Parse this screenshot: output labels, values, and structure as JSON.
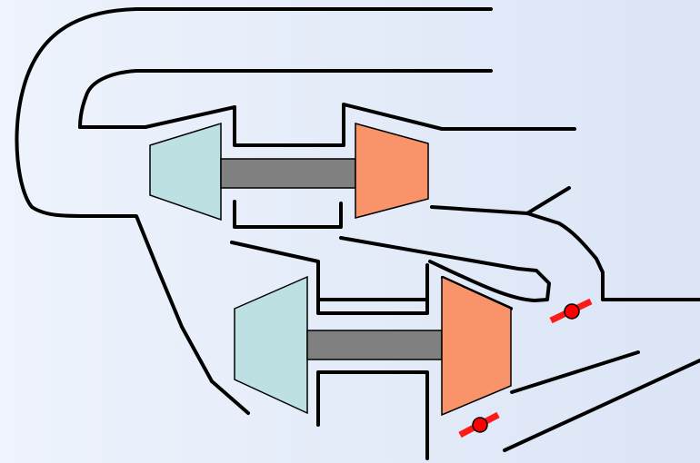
{
  "diagram": {
    "description_visible_text": "",
    "colors": {
      "background_left": "#eef3fc",
      "background_right": "#dbe5f6",
      "compressor_fill": "#bde0e2",
      "turbine_fill": "#f9936a",
      "shaft_fill": "#808080",
      "valve_color": "#ff0000",
      "line_color": "#000000"
    },
    "components": [
      {
        "name": "upper-compressor",
        "kind": "compressor",
        "stage": "high-pressure"
      },
      {
        "name": "upper-turbine",
        "kind": "turbine",
        "stage": "high-pressure"
      },
      {
        "name": "lower-compressor",
        "kind": "compressor",
        "stage": "low-pressure"
      },
      {
        "name": "lower-turbine",
        "kind": "turbine",
        "stage": "low-pressure"
      }
    ],
    "valves": [
      {
        "name": "upper-bypass-valve",
        "icon": "butterfly-valve-icon"
      },
      {
        "name": "lower-bypass-valve",
        "icon": "butterfly-valve-icon"
      }
    ]
  }
}
